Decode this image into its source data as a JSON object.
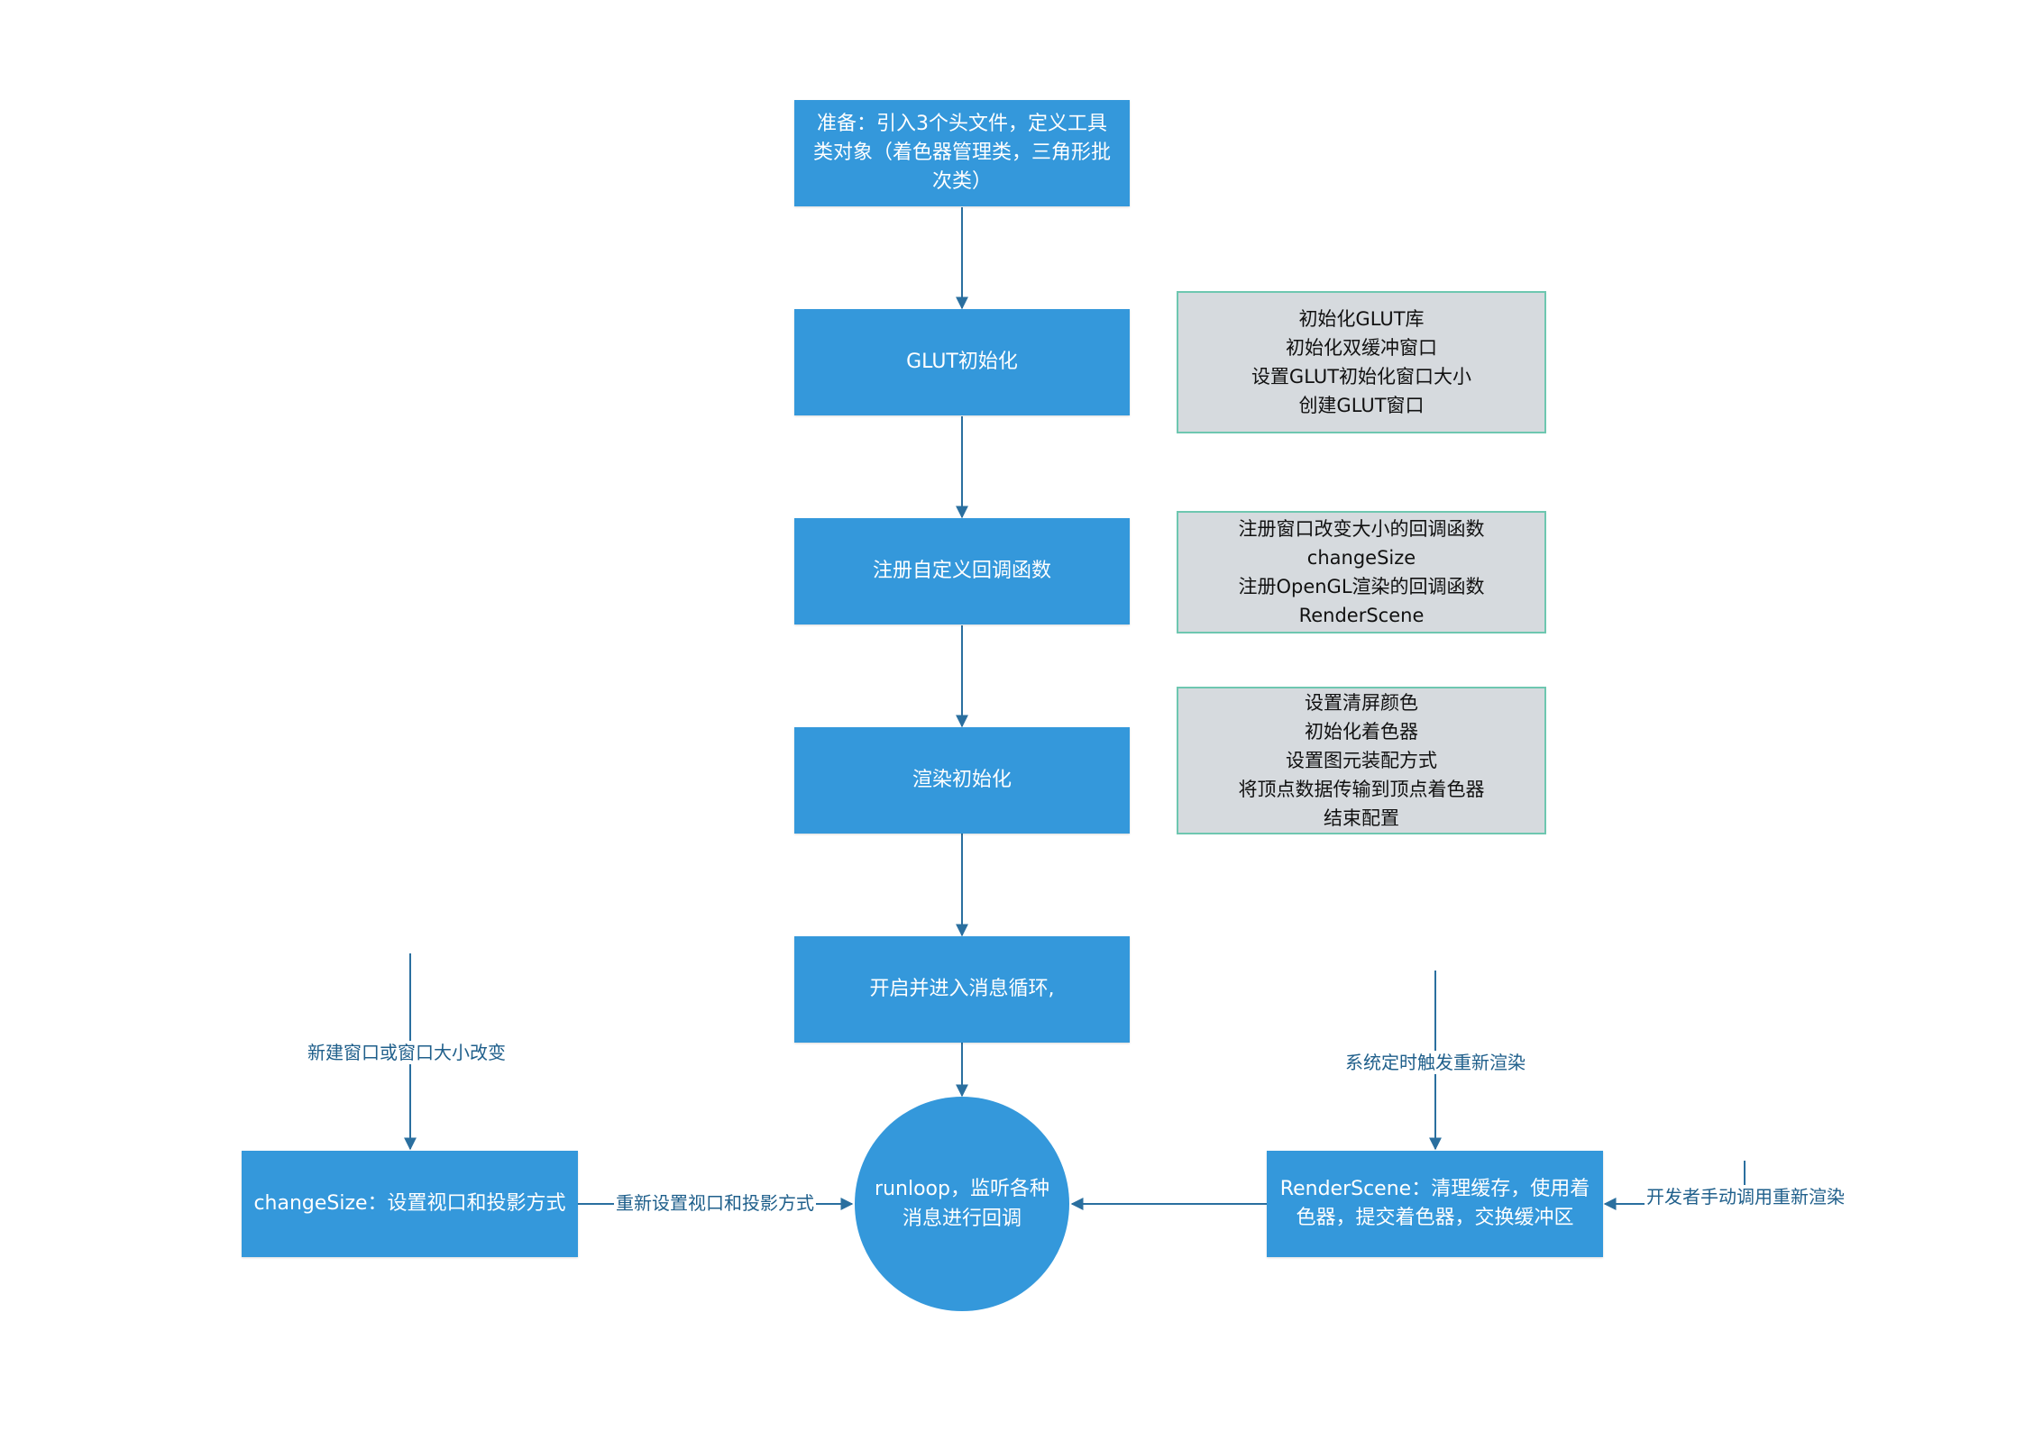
{
  "colors": {
    "box_fill": "#3498db",
    "note_fill": "#d6dade",
    "note_border": "#6ec7b0",
    "line": "#2a6f9f",
    "label_text": "#1f5f8b"
  },
  "nodes": {
    "prepare": "准备：引入3个头文件，定义工具\n类对象（着色器管理类，三角形批\n次类）",
    "glut_init": "GLUT初始化",
    "register_callbacks": "注册自定义回调函数",
    "render_init": "渲染初始化",
    "main_loop": "开启并进入消息循环,",
    "runloop": [
      "runloop，监听各种",
      "消息进行回调"
    ],
    "change_size": "changeSize：设置视口和投影方式",
    "render_scene": "RenderScene：清理缓存，使用着\n色器，提交着色器，交换缓冲区"
  },
  "notes": {
    "glut": [
      "初始化GLUT库",
      "初始化双缓冲窗口",
      "设置GLUT初始化窗口大小",
      "创建GLUT窗口"
    ],
    "callbacks": [
      "注册窗口改变大小的回调函数",
      "changeSize",
      "注册OpenGL渲染的回调函数",
      "RenderScene"
    ],
    "render": [
      "设置清屏颜色",
      "初始化着色器",
      "设置图元装配方式",
      "将顶点数据传输到顶点着色器",
      "结束配置"
    ]
  },
  "edge_labels": {
    "window_change": "新建窗口或窗口大小改变",
    "reset_viewport": "重新设置视口和投影方式",
    "timer_rerender": "系统定时触发重新渲染",
    "manual_rerender": "开发者手动调用重新渲染"
  }
}
